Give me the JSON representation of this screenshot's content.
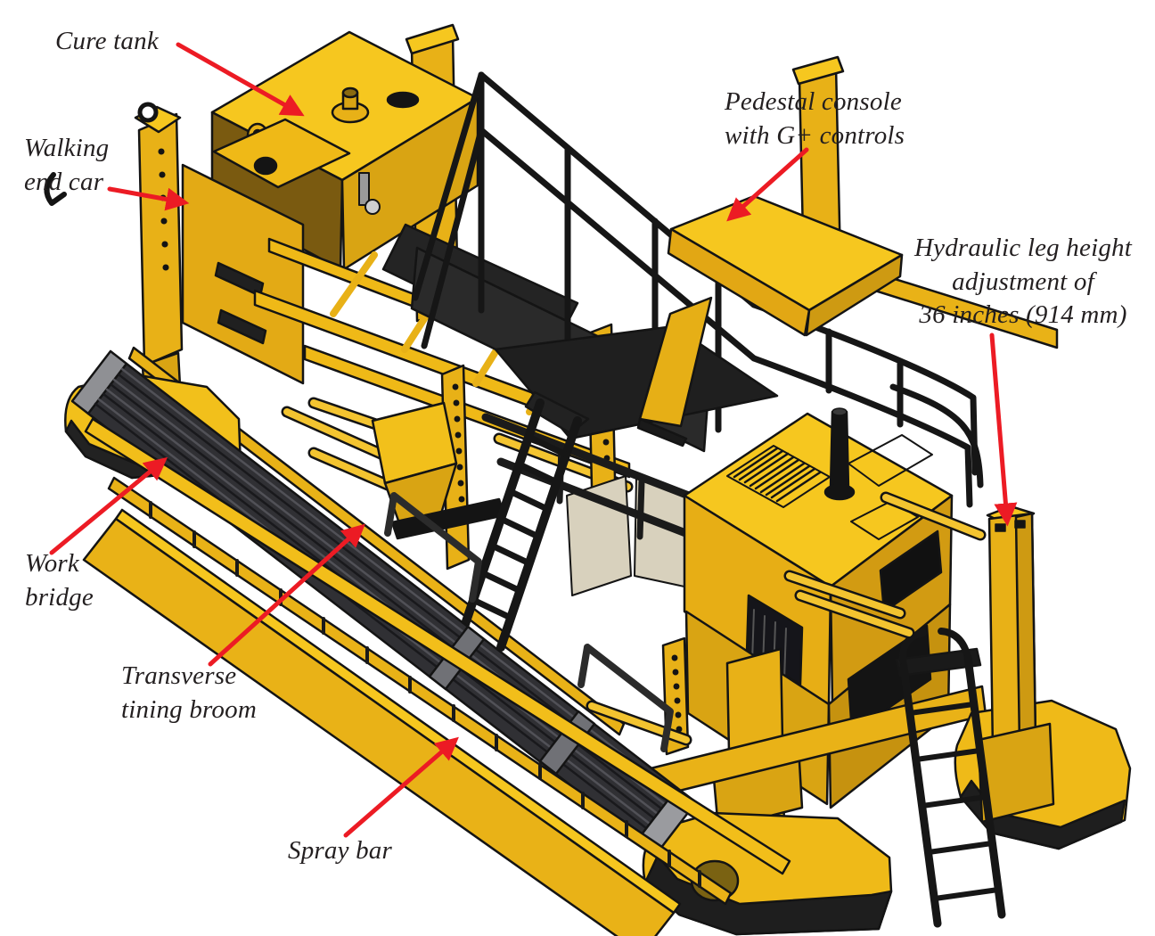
{
  "figure": {
    "type": "labeled technical diagram",
    "subject": "Yellow concrete texture/cure paving machine, isometric CAD illustration with red callout arrows",
    "background": "#ffffff"
  },
  "colors": {
    "machine_yellow_bright": "#F6C71F",
    "machine_yellow_mid": "#E8B117",
    "machine_yellow_dark": "#CE9A12",
    "machine_shadow_brown": "#7A5A10",
    "outline_black": "#141414",
    "broom_dark_gray": "#303034",
    "clamp_light_gray": "#8F9094",
    "arrow_red": "#EC1B24",
    "label_text": "#231F20"
  },
  "annotations": {
    "cure_tank": {
      "lines": [
        "Cure tank"
      ]
    },
    "walking_end_car": {
      "lines": [
        "Walking",
        "end car"
      ]
    },
    "pedestal_console": {
      "lines": [
        "Pedestal console",
        "with G+ controls"
      ]
    },
    "hydraulic_leg": {
      "lines": [
        "Hydraulic leg height",
        "adjustment of",
        "36 inches (914 mm)"
      ]
    },
    "work_bridge": {
      "lines": [
        "Work",
        "bridge"
      ]
    },
    "tining_broom": {
      "lines": [
        "Transverse",
        "tining broom"
      ]
    },
    "spray_bar": {
      "lines": [
        "Spray bar"
      ]
    }
  }
}
